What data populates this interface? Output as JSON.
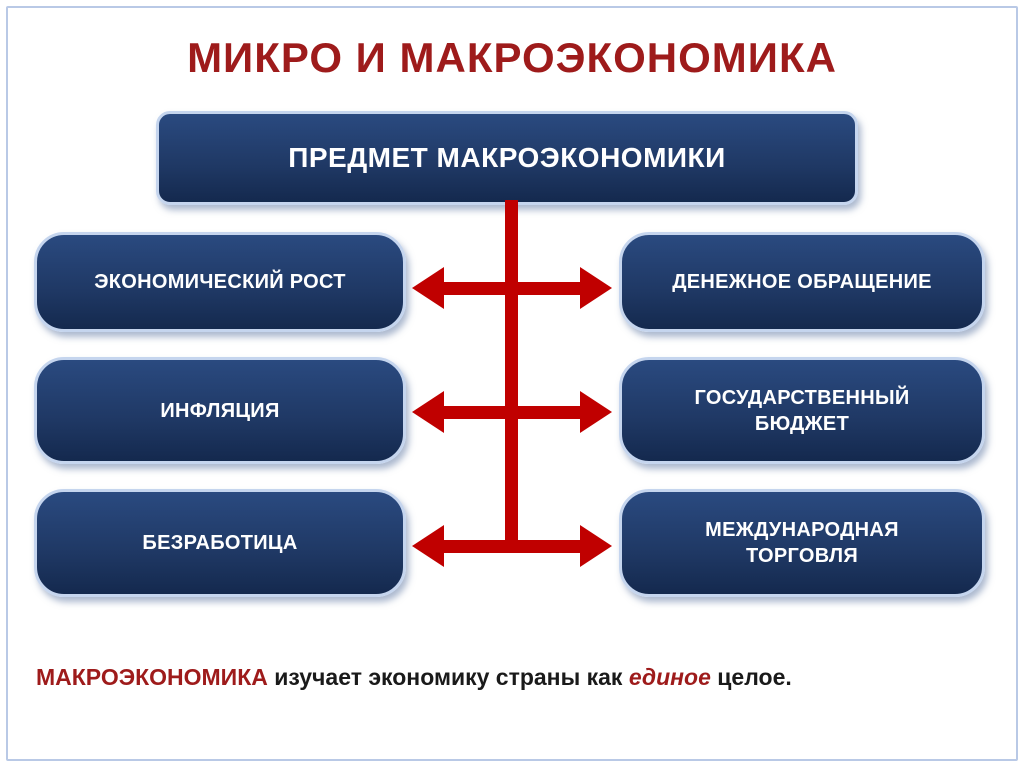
{
  "title": "МИКРО И МАКРОЭКОНОМИКА",
  "diagram": {
    "root_label": "ПРЕДМЕТ МАКРОЭКОНОМИКИ",
    "rows": [
      {
        "left": "ЭКОНОМИЧЕСКИЙ РОСТ",
        "right": "ДЕНЕЖНОЕ ОБРАЩЕНИЕ"
      },
      {
        "left": "ИНФЛЯЦИЯ",
        "right": "ГОСУДАРСТВЕННЫЙ БЮДЖЕТ"
      },
      {
        "left": "БЕЗРАБОТИЦА",
        "right": "МЕЖДУНАРОДНАЯ ТОРГОВЛЯ"
      }
    ]
  },
  "footer": {
    "term": "МАКРОЭКОНОМИКА",
    "middle": " изучает экономику страны как ",
    "emphasis": "единое",
    "tail": " целое."
  },
  "colors": {
    "accent_red": "#c00000",
    "title_red": "#9e1b1b",
    "box_navy": "#1f3864",
    "box_navy_light": "#2a4a80",
    "box_border": "#c5d5ee"
  }
}
